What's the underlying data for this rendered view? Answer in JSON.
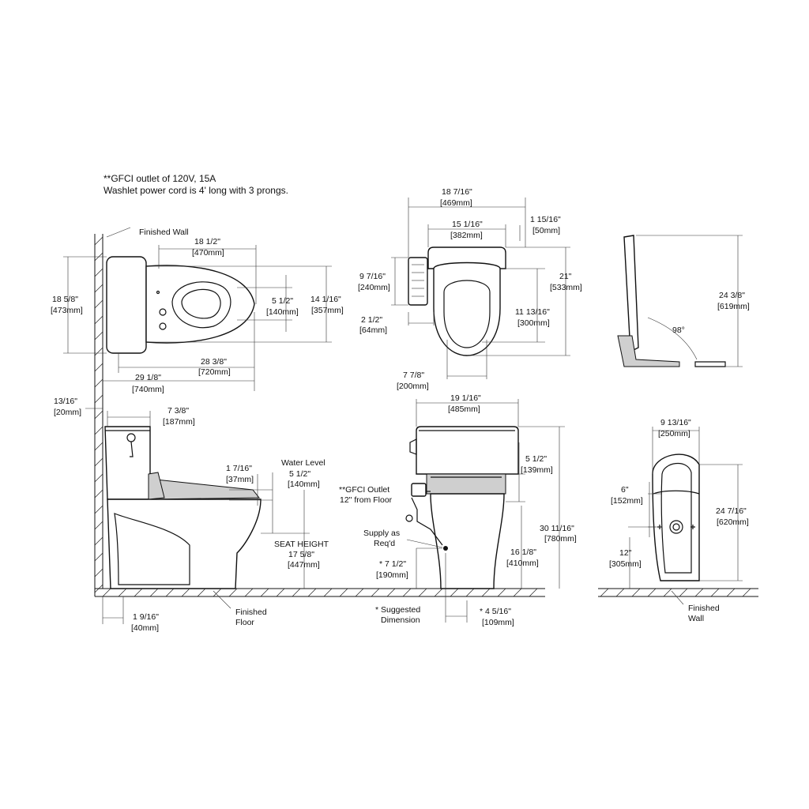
{
  "notes": {
    "gfci_note": "**GFCI outlet of 120V, 15A",
    "cord_note": "Washlet power cord is 4' long with 3 prongs."
  },
  "labels": {
    "finished_wall": "Finished Wall",
    "water_level": "Water Level",
    "seat_height": "SEAT HEIGHT",
    "finished_floor_1": "Finished",
    "finished_floor_2": "Floor",
    "gfci_outlet_1": "**GFCI Outlet",
    "gfci_outlet_2": "12\" from Floor",
    "supply_1": "Supply as",
    "supply_2": "Req'd",
    "suggested_1": "* Suggested",
    "suggested_2": "Dimension",
    "finished_wall_2a": "Finished",
    "finished_wall_2b": "Wall",
    "angle": "98°"
  },
  "top_view": {
    "d_18_1_2": {
      "in": "18 1/2\"",
      "mm": "[470mm]"
    },
    "d_18_5_8": {
      "in": "18 5/8\"",
      "mm": "[473mm]"
    },
    "d_5_1_2": {
      "in": "5 1/2\"",
      "mm": "[140mm]"
    },
    "d_14_1_16": {
      "in": "14 1/16\"",
      "mm": "[357mm]"
    },
    "d_28_3_8": {
      "in": "28 3/8\"",
      "mm": "[720mm]"
    },
    "d_29_1_8": {
      "in": "29 1/8\"",
      "mm": "[740mm]"
    }
  },
  "side_view": {
    "d_13_16": {
      "in": "13/16\"",
      "mm": "[20mm]"
    },
    "d_7_3_8": {
      "in": "7 3/8\"",
      "mm": "[187mm]"
    },
    "d_1_7_16": {
      "in": "1 7/16\"",
      "mm": "[37mm]"
    },
    "d_5_1_2": {
      "in": "5 1/2\"",
      "mm": "[140mm]"
    },
    "d_17_5_8": {
      "in": "17 5/8\"",
      "mm": "[447mm]"
    },
    "d_1_9_16": {
      "in": "1 9/16\"",
      "mm": "[40mm]"
    }
  },
  "seat_view": {
    "d_18_7_16": {
      "in": "18 7/16\"",
      "mm": "[469mm]"
    },
    "d_15_1_16": {
      "in": "15 1/16\"",
      "mm": "[382mm]"
    },
    "d_1_15_16": {
      "in": "1 15/16\"",
      "mm": "[50mm]"
    },
    "d_9_7_16": {
      "in": "9 7/16\"",
      "mm": "[240mm]"
    },
    "d_21": {
      "in": "21\"",
      "mm": "[533mm]"
    },
    "d_11_13_16": {
      "in": "11 13/16\"",
      "mm": "[300mm]"
    },
    "d_2_1_2": {
      "in": "2 1/2\"",
      "mm": "[64mm]"
    },
    "d_7_7_8": {
      "in": "7 7/8\"",
      "mm": "[200mm]"
    }
  },
  "front_view": {
    "d_19_1_16": {
      "in": "19 1/16\"",
      "mm": "[485mm]"
    },
    "d_5_1_2": {
      "in": "5 1/2\"",
      "mm": "[139mm]"
    },
    "d_30_11_16": {
      "in": "30 11/16\"",
      "mm": "[780mm]"
    },
    "d_16_1_8": {
      "in": "16 1/8\"",
      "mm": "[410mm]"
    },
    "d_7_1_2": {
      "in": "* 7 1/2\"",
      "mm": "[190mm]"
    },
    "d_4_5_16": {
      "in": "* 4 5/16\"",
      "mm": "[109mm]"
    }
  },
  "profile_view": {
    "d_24_3_8": {
      "in": "24 3/8\"",
      "mm": "[619mm]"
    }
  },
  "bottom_view": {
    "d_9_13_16": {
      "in": "9 13/16\"",
      "mm": "[250mm]"
    },
    "d_6": {
      "in": "6\"",
      "mm": "[152mm]"
    },
    "d_24_7_16": {
      "in": "24 7/16\"",
      "mm": "[620mm]"
    },
    "d_12": {
      "in": "12\"",
      "mm": "[305mm]"
    }
  }
}
